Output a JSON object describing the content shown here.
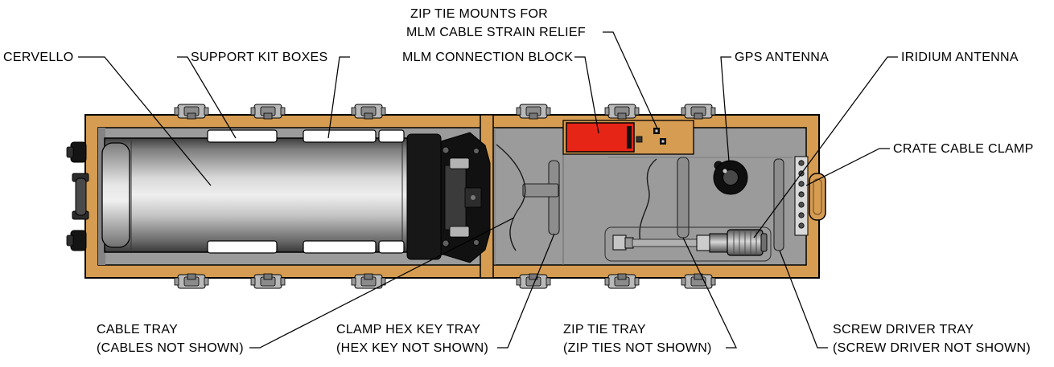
{
  "diagram": {
    "kind": "engineering-drawing",
    "view": "crate interior top view"
  },
  "labels": {
    "cervello": "CERVELLO",
    "support_kit_boxes": "SUPPORT KIT BOXES",
    "mlm_connection_block": "MLM CONNECTION BLOCK",
    "zip_tie_mounts_line1": "ZIP TIE MOUNTS FOR",
    "zip_tie_mounts_line2": "MLM CABLE STRAIN RELIEF",
    "gps_antenna": "GPS ANTENNA",
    "iridium_antenna": "IRIDIUM ANTENNA",
    "crate_cable_clamp": "CRATE CABLE CLAMP",
    "cable_tray_line1": "CABLE TRAY",
    "cable_tray_line2": "(CABLES NOT SHOWN)",
    "clamp_hex_key_tray_line1": "CLAMP HEX KEY TRAY",
    "clamp_hex_key_tray_line2": "(HEX KEY NOT SHOWN)",
    "zip_tie_tray_line1": "ZIP TIE TRAY",
    "zip_tie_tray_line2": "(ZIP TIES NOT SHOWN)",
    "screw_driver_tray_line1": "SCREW DRIVER TRAY",
    "screw_driver_tray_line2": "(SCREW DRIVER NOT SHOWN)"
  },
  "colors": {
    "wood": "#D59C52",
    "interior_gray": "#9B9B9B",
    "mlm_block_red": "#E62517",
    "line": "#000000",
    "background": "#FFFFFF"
  }
}
